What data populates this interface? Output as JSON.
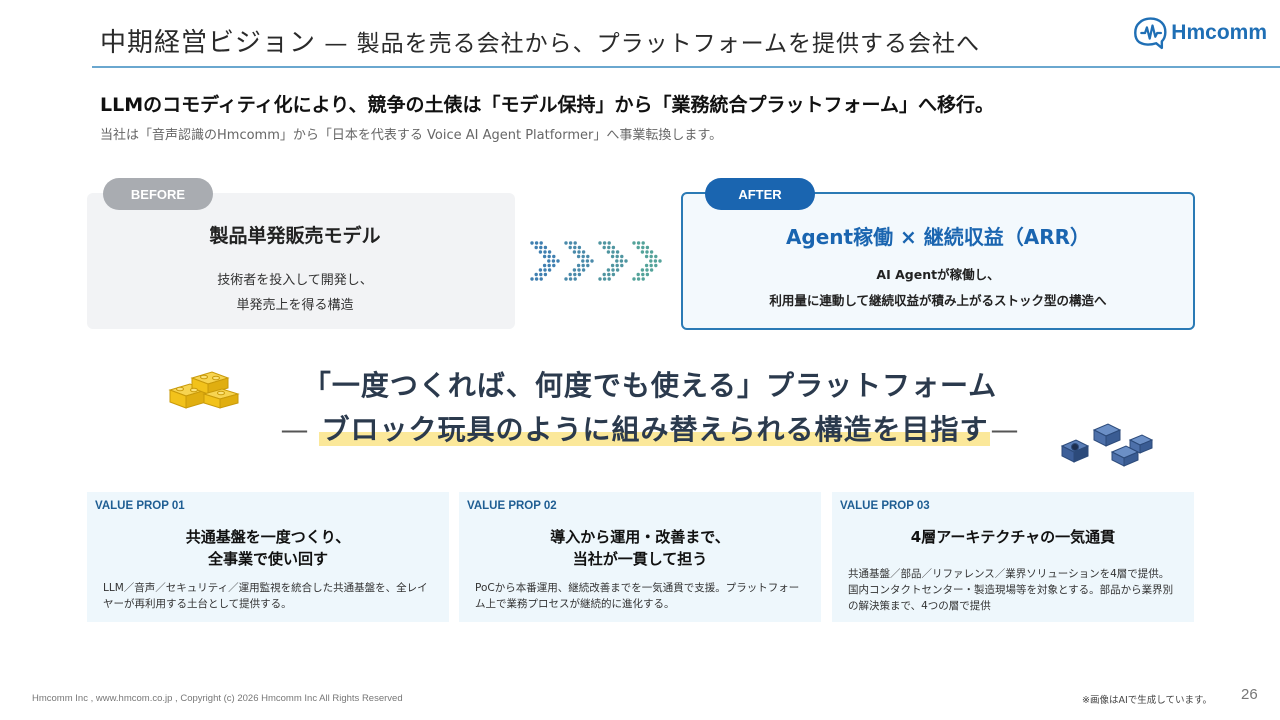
{
  "header": {
    "title_main": "中期経営ビジョン",
    "title_sub": " — 製品を売る会社から、プラットフォームを提供する会社へ",
    "logo_text": "Hmcomm"
  },
  "lead": {
    "headline": "LLMのコモディティ化により、競争の土俵は「モデル保持」から「業務統合プラットフォーム」へ移行。",
    "subline": "当社は「音声認識のHmcomm」から「日本を代表する Voice AI Agent Platformer」へ事業転換します。"
  },
  "before": {
    "pill": "BEFORE",
    "title": "製品単発販売モデル",
    "desc_line1": "技術者を投入して開発し、",
    "desc_line2": "単発売上を得る構造"
  },
  "after": {
    "pill": "AFTER",
    "title": "Agent稼働 × 継続収益（ARR）",
    "desc_line1": "AI Agentが稼働し、",
    "desc_line2": "利用量に連動して継続収益が積み上がるストック型の構造へ"
  },
  "vision": {
    "line1": "「一度つくれば、何度でも使える」プラットフォーム",
    "line2_dash_left": "— ",
    "line2_text": "ブロック玩具のように組み替えられる構造を目指す",
    "line2_dash_right": "—"
  },
  "value_props": [
    {
      "label": "VALUE PROP 01",
      "title_line1": "共通基盤を一度つくり、",
      "title_line2": "全事業で使い回す",
      "desc": "LLM／音声／セキュリティ／運用監視を統合した共通基盤を、全レイヤーが再利用する土台として提供する。"
    },
    {
      "label": "VALUE PROP 02",
      "title_line1": "導入から運用・改善まで、",
      "title_line2": "当社が一貫して担う",
      "desc": "PoCから本番運用、継続改善までを一気通貫で支援。プラットフォーム上で業務プロセスが継続的に進化する。"
    },
    {
      "label": "VALUE PROP 03",
      "title_line1": "4層アーキテクチャの一気通貫",
      "title_line2": "",
      "desc": "共通基盤／部品／リファレンス／業界ソリューションを4層で提供。国内コンタクトセンター・製造現場等を対象とする。部品から業界別の解決策まで、4つの層で提供"
    }
  ],
  "footer": {
    "copyright": "Hmcomm Inc , www.hmcom.co.jp , Copyright (c)  2026 Hmcomm Inc All Rights Reserved",
    "note": "※画像はAIで生成しています。",
    "page": "26"
  },
  "colors": {
    "accent_blue": "#1a65b0",
    "rule_blue": "#6aa7cf",
    "highlight_yellow": "#fbe89a",
    "before_gray": "#a9acb1"
  }
}
